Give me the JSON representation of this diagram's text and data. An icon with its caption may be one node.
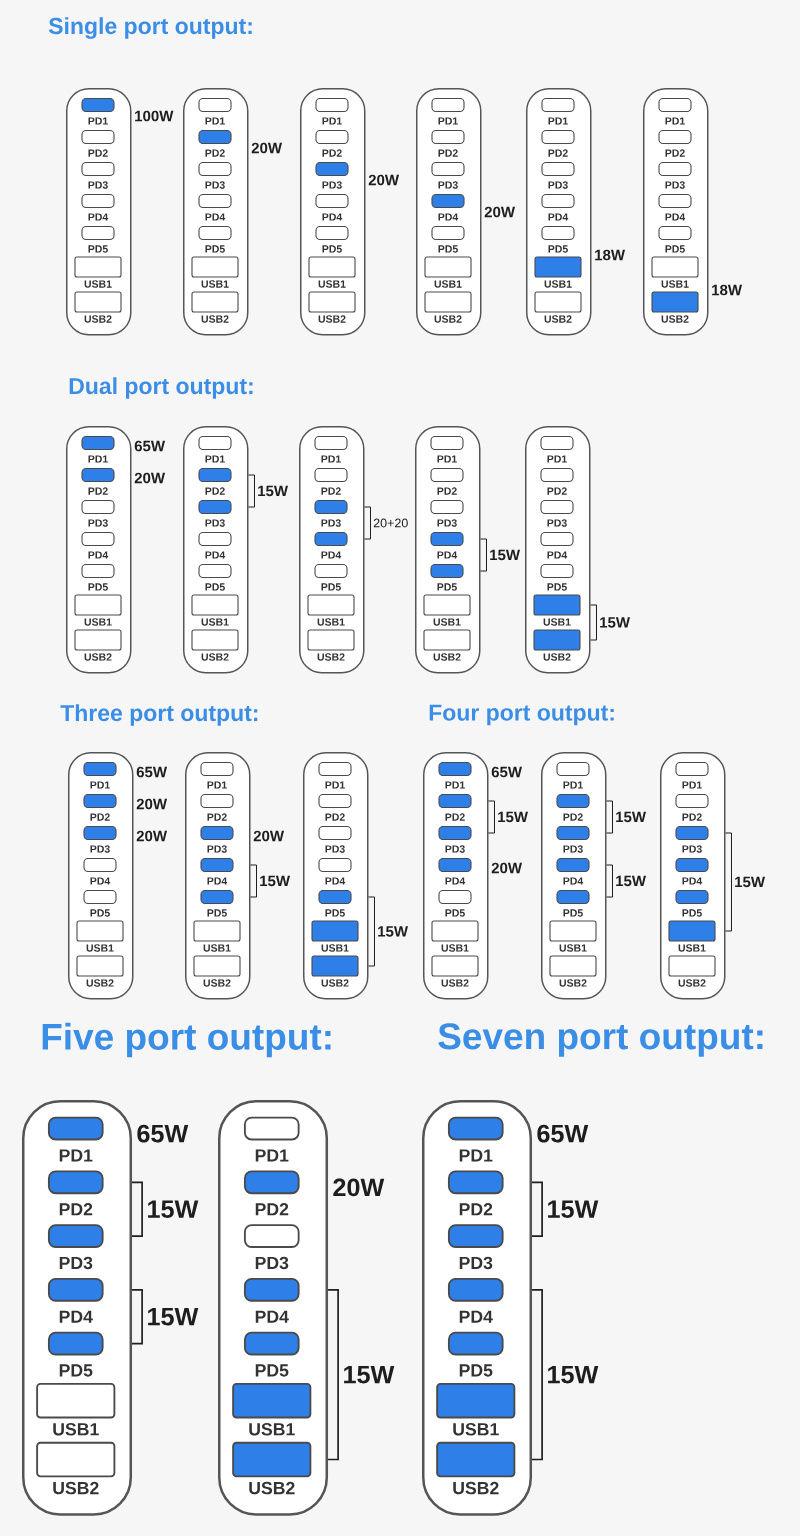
{
  "diagram": {
    "nodes": [
      {
        "text": [],
        "shape": "box"
      },
      {
        "text": [
          "PD1"
        ],
        "in": 0,
        "beside": [
          "100W"
        ]
      },
      {
        "text": [
          "PD2"
        ],
        "in": 0
      },
      {
        "text": [
          "PD3"
        ],
        "in": 0
      },
      {
        "text": [
          "PD4"
        ],
        "in": 0
      },
      {
        "text": [
          "PD5"
        ],
        "in": 0
      },
      {
        "text": [
          "USB1"
        ],
        "in": 0
      },
      {
        "text": [
          "USB2"
        ],
        "in": 0
      },
      {
        "text": [],
        "shape": "box"
      },
      {
        "text": [
          "PD1"
        ],
        "in": 8
      },
      {
        "text": [
          "PD2"
        ],
        "in": 8,
        "beside": [
          "20W"
        ]
      },
      {
        "text": [
          "PD3"
        ],
        "in": 8
      },
      {
        "text": [
          "PD4"
        ],
        "in": 8
      },
      {
        "text": [
          "PD5"
        ],
        "in": 8
      },
      {
        "text": [
          "USB1"
        ],
        "in": 8
      },
      {
        "text": [
          "USB2"
        ],
        "in": 8
      },
      {
        "text": [],
        "shape": "box"
      },
      {
        "text": [
          "PD1"
        ],
        "in": 16
      },
      {
        "text": [
          "PD2"
        ],
        "in": 16
      },
      {
        "text": [
          "PD3"
        ],
        "in": 16,
        "beside": [
          "20W"
        ]
      },
      {
        "text": [
          "PD4"
        ],
        "in": 16
      },
      {
        "text": [
          "PD5"
        ],
        "in": 16
      },
      {
        "text": [
          "USB1"
        ],
        "in": 16
      },
      {
        "text": [
          "USB2"
        ],
        "in": 16
      },
      {
        "text": [],
        "shape": "box"
      },
      {
        "text": [
          "PD1"
        ],
        "in": 24
      },
      {
        "text": [
          "PD2"
        ],
        "in": 24
      },
      {
        "text": [
          "PD3"
        ],
        "in": 24
      },
      {
        "text": [
          "PD4"
        ],
        "in": 24,
        "beside": [
          "20W"
        ]
      },
      {
        "text": [
          "PD5"
        ],
        "in": 24
      },
      {
        "text": [
          "USB1"
        ],
        "in": 24
      },
      {
        "text": [
          "USB2"
        ],
        "in": 24
      },
      {
        "text": [],
        "shape": "box"
      },
      {
        "text": [
          "PD1"
        ],
        "in": 32
      },
      {
        "text": [
          "PD2"
        ],
        "in": 32
      },
      {
        "text": [
          "PD3"
        ],
        "in": 32
      },
      {
        "text": [
          "PD4"
        ],
        "in": 32
      },
      {
        "text": [
          "PD5"
        ],
        "in": 32
      },
      {
        "text": [
          "USB1"
        ],
        "in": 32,
        "beside": [
          "18W"
        ]
      },
      {
        "text": [
          "USB2"
        ],
        "in": 32
      },
      {
        "text": [],
        "shape": "box"
      },
      {
        "text": [
          "PD1"
        ],
        "in": 40
      },
      {
        "text": [
          "PD2"
        ],
        "in": 40
      },
      {
        "text": [
          "PD3"
        ],
        "in": 40
      },
      {
        "text": [
          "PD4"
        ],
        "in": 40
      },
      {
        "text": [
          "PD5"
        ],
        "in": 40
      },
      {
        "text": [
          "USB1"
        ],
        "in": 40
      },
      {
        "text": [
          "USB2"
        ],
        "in": 40,
        "beside": [
          "18W"
        ]
      },
      {
        "text": [],
        "shape": "box"
      },
      {
        "text": [
          "PD1"
        ],
        "in": 48,
        "beside": [
          "65W"
        ]
      },
      {
        "text": [
          "PD2"
        ],
        "in": 48,
        "beside": [
          "20W"
        ]
      },
      {
        "text": [
          "PD3"
        ],
        "in": 48
      },
      {
        "text": [
          "PD4"
        ],
        "in": 48
      },
      {
        "text": [
          "PD5"
        ],
        "in": 48
      },
      {
        "text": [
          "USB1"
        ],
        "in": 48
      },
      {
        "text": [
          "USB2"
        ],
        "in": 48
      },
      {
        "text": [],
        "shape": "box"
      },
      {
        "text": [
          "PD1"
        ],
        "in": 56
      },
      {
        "text": [
          "PD2"
        ],
        "in": 56,
        "beside": [
          "15W"
        ]
      },
      {
        "text": [
          "PD3"
        ],
        "in": 56
      },
      {
        "text": [
          "PD4"
        ],
        "in": 56
      },
      {
        "text": [
          "PD5"
        ],
        "in": 56
      },
      {
        "text": [
          "USB1"
        ],
        "in": 56
      },
      {
        "text": [
          "USB2"
        ],
        "in": 56
      },
      {
        "text": [],
        "shape": "box"
      },
      {
        "text": [
          "PD1"
        ],
        "in": 64
      },
      {
        "text": [
          "PD2"
        ],
        "in": 64
      },
      {
        "text": [
          "PD3"
        ],
        "in": 64,
        "beside": [
          "20+20"
        ]
      },
      {
        "text": [
          "PD4"
        ],
        "in": 64
      },
      {
        "text": [
          "PD5"
        ],
        "in": 64
      },
      {
        "text": [
          "USB1"
        ],
        "in": 64
      },
      {
        "text": [
          "USB2"
        ],
        "in": 64
      },
      {
        "text": [],
        "shape": "box"
      },
      {
        "text": [
          "PD1"
        ],
        "in": 72
      },
      {
        "text": [
          "PD2"
        ],
        "in": 72
      },
      {
        "text": [
          "PD3"
        ],
        "in": 72
      },
      {
        "text": [
          "PD4"
        ],
        "in": 72,
        "beside": [
          "15W"
        ]
      },
      {
        "text": [
          "PD5"
        ],
        "in": 72
      },
      {
        "text": [
          "USB1"
        ],
        "in": 72
      },
      {
        "text": [
          "USB2"
        ],
        "in": 72
      },
      {
        "text": [],
        "shape": "box"
      },
      {
        "text": [
          "PD1"
        ],
        "in": 80
      },
      {
        "text": [
          "PD2"
        ],
        "in": 80
      },
      {
        "text": [
          "PD3"
        ],
        "in": 80
      },
      {
        "text": [
          "PD4"
        ],
        "in": 80
      },
      {
        "text": [
          "PD5"
        ],
        "in": 80
      },
      {
        "text": [
          "USB1"
        ],
        "in": 80,
        "beside": [
          "15W"
        ]
      },
      {
        "text": [
          "USB2"
        ],
        "in": 80
      },
      {
        "text": [],
        "shape": "box"
      },
      {
        "text": [
          "PD1"
        ],
        "in": 88,
        "beside": [
          "65W"
        ]
      },
      {
        "text": [
          "PD2"
        ],
        "in": 88,
        "beside": [
          "20W"
        ]
      },
      {
        "text": [
          "PD3"
        ],
        "in": 88,
        "beside": [
          "20W"
        ]
      },
      {
        "text": [
          "PD4"
        ],
        "in": 88
      },
      {
        "text": [
          "PD5"
        ],
        "in": 88
      },
      {
        "text": [
          "USB1"
        ],
        "in": 88
      },
      {
        "text": [
          "USB2"
        ],
        "in": 88
      },
      {
        "text": [],
        "shape": "box"
      },
      {
        "text": [
          "PD1"
        ],
        "in": 96
      },
      {
        "text": [
          "PD2"
        ],
        "in": 96
      },
      {
        "text": [
          "PD3"
        ],
        "in": 96,
        "beside": [
          "20W"
        ]
      },
      {
        "text": [
          "PD4"
        ],
        "in": 96,
        "beside": [
          "15W"
        ]
      },
      {
        "text": [
          "PD5"
        ],
        "in": 96
      },
      {
        "text": [
          "USB1"
        ],
        "in": 96
      },
      {
        "text": [
          "USB2"
        ],
        "in": 96
      },
      {
        "text": [],
        "shape": "box"
      },
      {
        "text": [
          "PD1"
        ],
        "in": 104
      },
      {
        "text": [
          "PD2"
        ],
        "in": 104
      },
      {
        "text": [
          "PD3"
        ],
        "in": 104
      },
      {
        "text": [
          "PD4"
        ],
        "in": 104
      },
      {
        "text": [
          "PD5"
        ],
        "in": 104
      },
      {
        "text": [
          "USB1"
        ],
        "in": 104,
        "beside": [
          "15W"
        ]
      },
      {
        "text": [
          "USB2"
        ],
        "in": 104
      },
      {
        "text": [],
        "shape": "box"
      },
      {
        "text": [
          "PD1"
        ],
        "in": 112,
        "beside": [
          "65W"
        ]
      },
      {
        "text": [
          "PD2"
        ],
        "in": 112,
        "beside": [
          "15W"
        ]
      },
      {
        "text": [
          "PD3"
        ],
        "in": 112
      },
      {
        "text": [
          "PD4"
        ],
        "in": 112,
        "beside": [
          "20W"
        ]
      },
      {
        "text": [
          "PD5"
        ],
        "in": 112
      },
      {
        "text": [
          "USB1"
        ],
        "in": 112
      },
      {
        "text": [
          "USB2"
        ],
        "in": 112
      },
      {
        "text": [],
        "shape": "box"
      },
      {
        "text": [
          "PD1"
        ],
        "in": 120
      },
      {
        "text": [
          "PD2"
        ],
        "in": 120,
        "beside": [
          "15W"
        ]
      },
      {
        "text": [
          "PD3"
        ],
        "in": 120
      },
      {
        "text": [
          "PD4"
        ],
        "in": 120,
        "beside": [
          "15W"
        ]
      },
      {
        "text": [
          "PD5"
        ],
        "in": 120
      },
      {
        "text": [
          "USB1"
        ],
        "in": 120
      },
      {
        "text": [
          "USB2"
        ],
        "in": 120
      },
      {
        "text": [],
        "shape": "box"
      },
      {
        "text": [
          "PD1"
        ],
        "in": 128
      },
      {
        "text": [
          "PD2"
        ],
        "in": 128
      },
      {
        "text": [
          "PD3"
        ],
        "in": 128
      },
      {
        "text": [
          "PD4"
        ],
        "in": 128,
        "beside": [
          "15W"
        ]
      },
      {
        "text": [
          "PD5"
        ],
        "in": 128
      },
      {
        "text": [
          "USB1"
        ],
        "in": 128
      },
      {
        "text": [
          "USB2"
        ],
        "in": 128
      },
      {
        "text": [],
        "shape": "box"
      },
      {
        "text": [
          "PD1"
        ],
        "in": 136,
        "beside": [
          "65W"
        ]
      },
      {
        "text": [
          "PD2"
        ],
        "in": 136,
        "beside": [
          "15W"
        ]
      },
      {
        "text": [
          "PD3"
        ],
        "in": 136
      },
      {
        "text": [
          "PD4"
        ],
        "in": 136,
        "beside": [
          "15W"
        ]
      },
      {
        "text": [
          "PD5"
        ],
        "in": 136
      },
      {
        "text": [
          "USB1"
        ],
        "in": 136
      },
      {
        "text": [
          "USB2"
        ],
        "in": 136
      },
      {
        "text": [],
        "shape": "box"
      },
      {
        "text": [
          "PD1"
        ],
        "in": 144
      },
      {
        "text": [
          "PD2"
        ],
        "in": 144,
        "beside": [
          "20W"
        ]
      },
      {
        "text": [
          "PD3"
        ],
        "in": 144
      },
      {
        "text": [
          "PD4"
        ],
        "in": 144
      },
      {
        "text": [
          "PD5"
        ],
        "in": 144
      },
      {
        "text": [
          "USB1"
        ],
        "in": 144,
        "beside": [
          "15W"
        ]
      },
      {
        "text": [
          "USB2"
        ],
        "in": 144
      },
      {
        "text": [],
        "shape": "box"
      },
      {
        "text": [
          "PD1"
        ],
        "in": 152,
        "beside": [
          "65W"
        ]
      },
      {
        "text": [
          "PD2"
        ],
        "in": 152,
        "beside": [
          "15W"
        ]
      },
      {
        "text": [
          "PD3"
        ],
        "in": 152
      },
      {
        "text": [
          "PD4"
        ],
        "in": 152
      },
      {
        "text": [
          "PD5"
        ],
        "in": 152
      },
      {
        "text": [
          "USB1"
        ],
        "in": 152,
        "beside": [
          "15W"
        ]
      },
      {
        "text": [
          "USB2"
        ],
        "in": 152
      }
    ],
    "labels": [
      "Single port output:",
      "Dual port output:",
      "Three port output:",
      "Four port output:",
      "Five port output:",
      "Seven port output:"
    ]
  }
}
